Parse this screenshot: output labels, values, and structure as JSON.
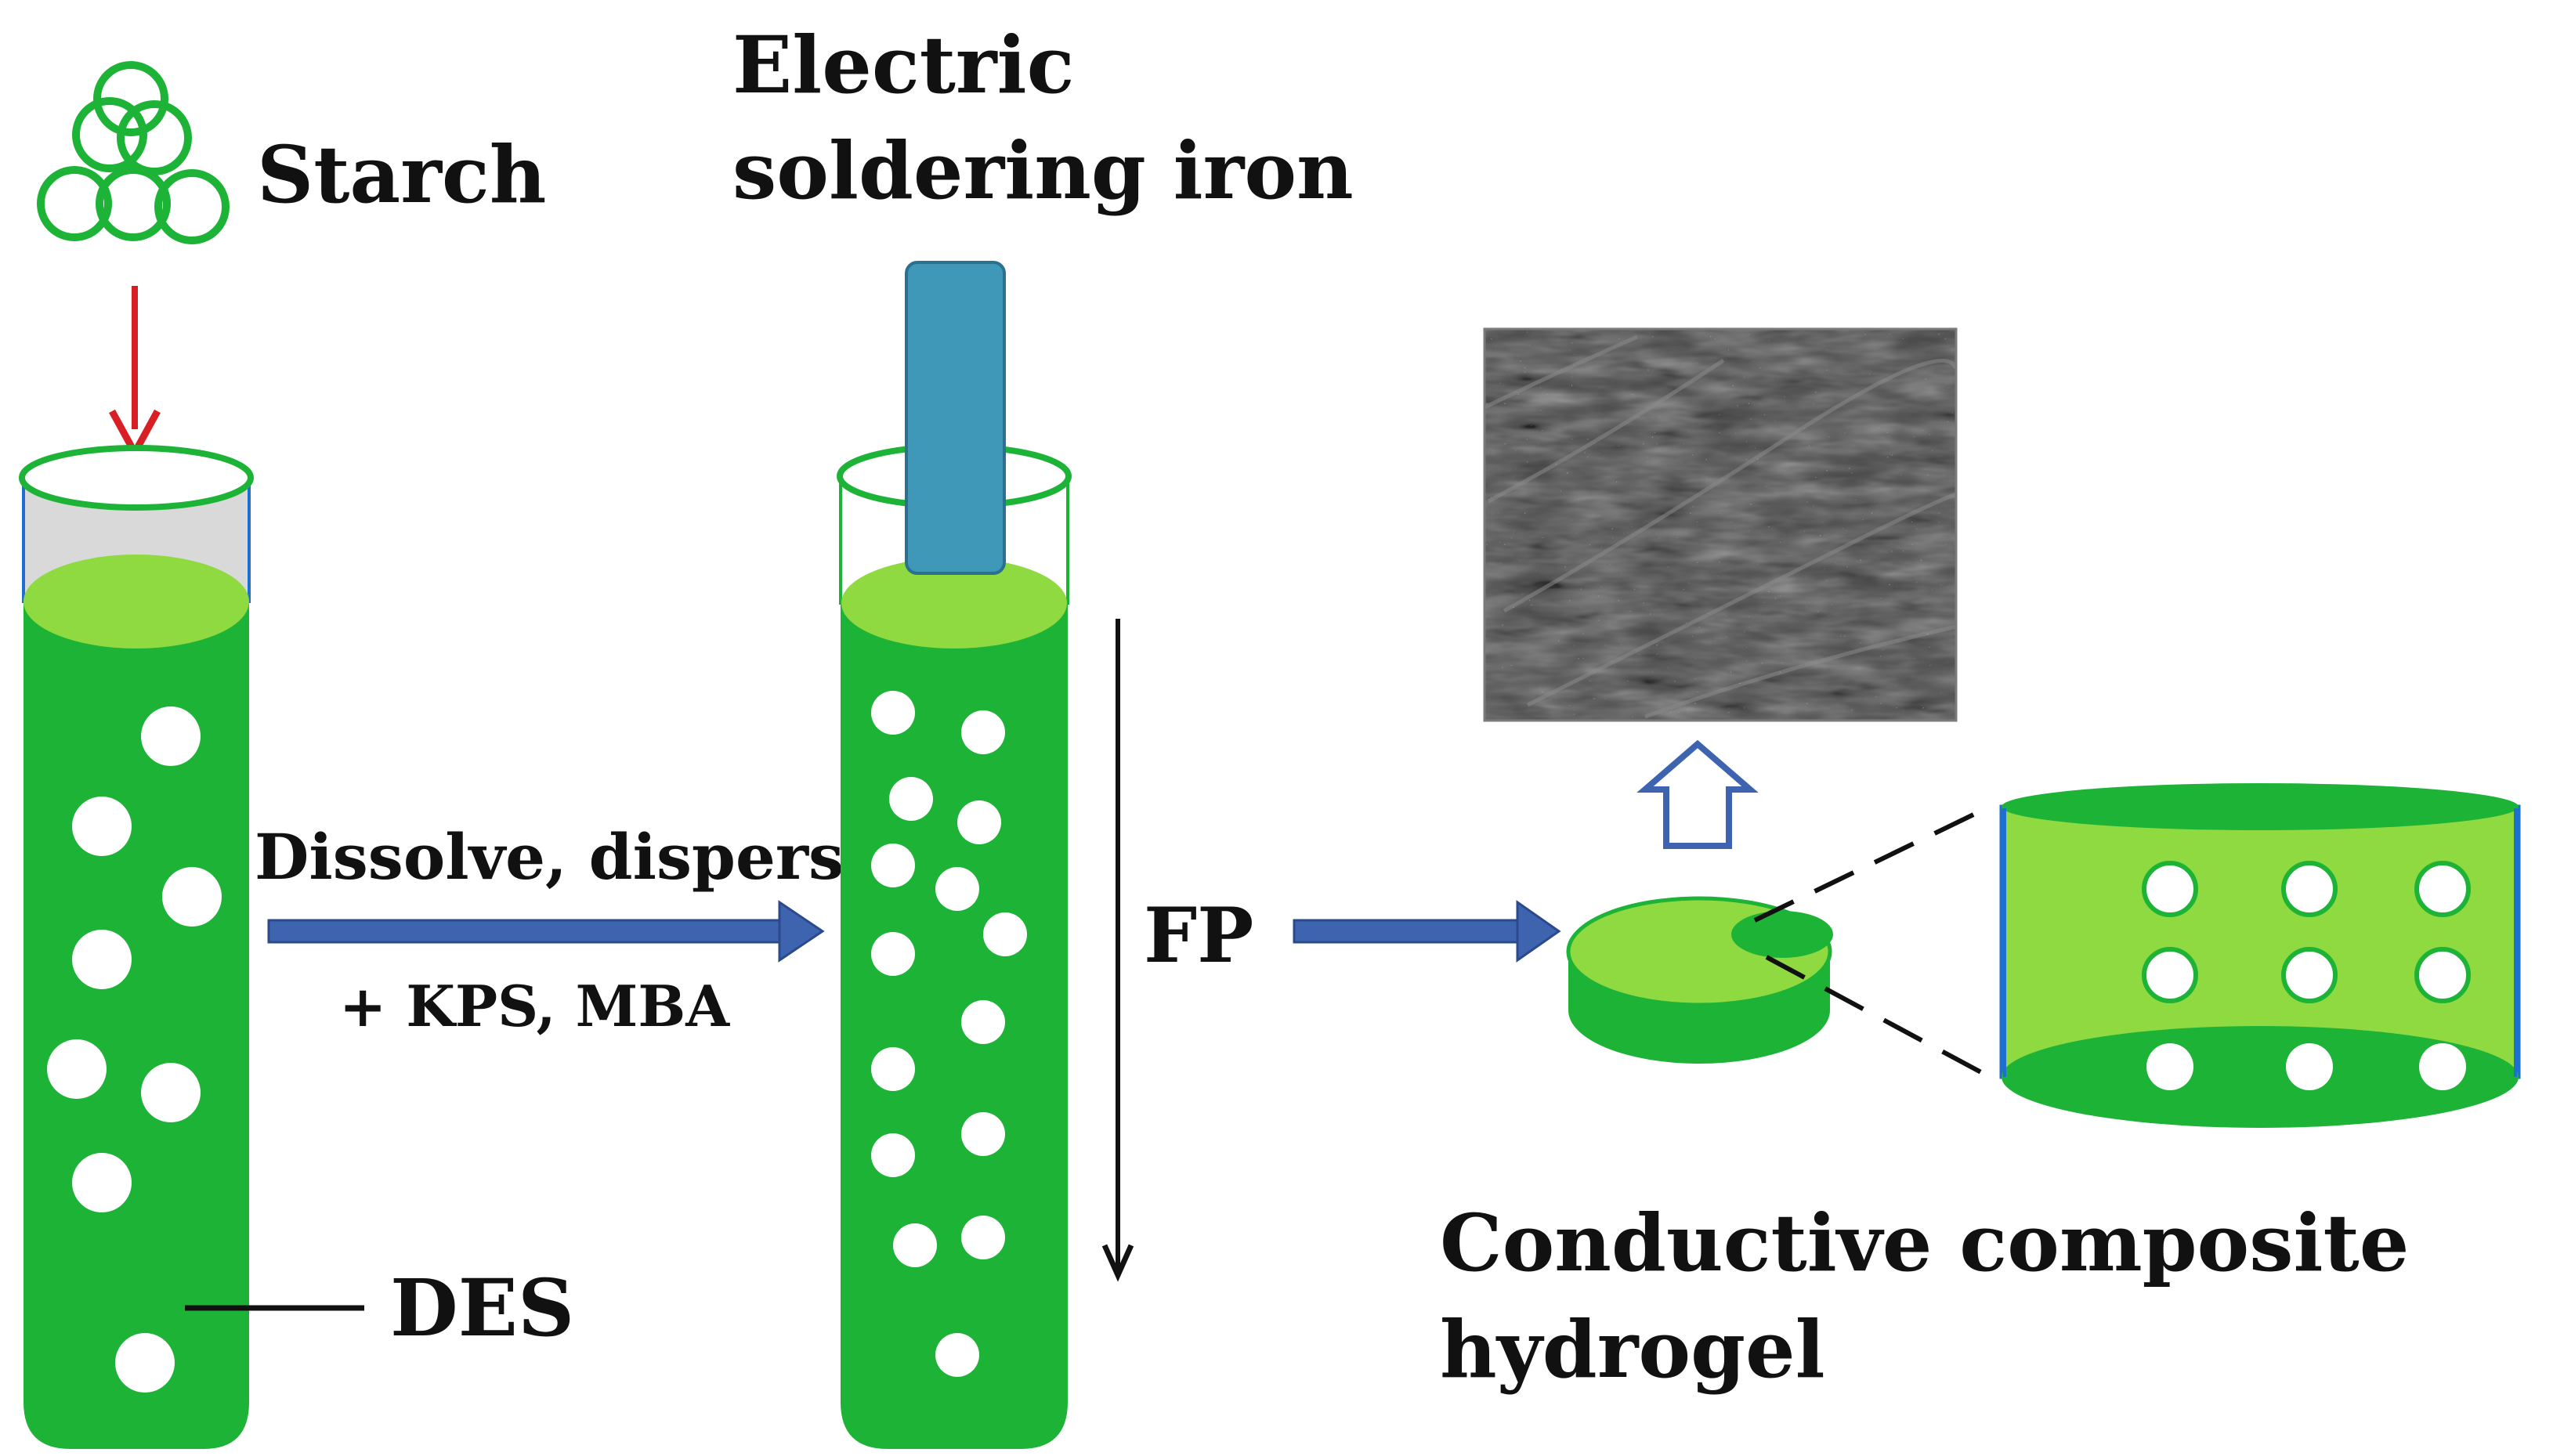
{
  "labels": {
    "starch": "Starch",
    "iron_line1": "Electric",
    "iron_line2": "soldering iron",
    "dissolve": "Dissolve, disperse",
    "additives": "+ KPS, MBA",
    "fp": "FP",
    "des": "DES",
    "product_line1": "Conductive composite",
    "product_line2": "hydrogel"
  },
  "colors": {
    "green": "#1db336",
    "light_green": "#8fd941",
    "blue_arrow": "#3e64b0",
    "red_arrow": "#d81f26",
    "iron": "#3f98b8",
    "glass": "#d9d9d9",
    "sem": "#4a4a4a"
  }
}
